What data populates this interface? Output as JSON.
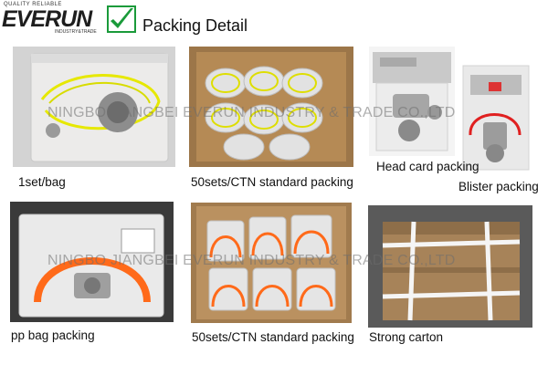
{
  "logo": {
    "tagline": "QUALITY RELIABLE",
    "brand": "EVERUN",
    "subtitle": "INDUSTRY&TRADE"
  },
  "title": "Packing Detail",
  "watermark": "NINGBO JIANGBEI EVERUN INDUSTRY & TRADE CO.,LTD",
  "captions": {
    "one_set_bag": "1set/bag",
    "fifty_sets_top": "50sets/CTN standard packing",
    "head_card": "Head card packing",
    "blister": "Blister packing",
    "pp_bag": "pp bag packing",
    "fifty_sets_bottom": "50sets/CTN standard packing",
    "strong_carton": "Strong carton"
  },
  "colors": {
    "logo_green": "#1a9a3a",
    "nylon_yellow": "#e6e800",
    "nylon_orange": "#ff6a1a",
    "carton": "#b58a55"
  }
}
